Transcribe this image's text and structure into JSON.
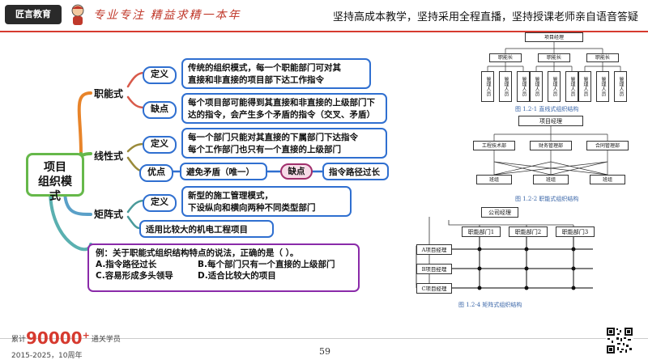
{
  "header": {
    "logo_text": "匠言教育",
    "slogan_handwriting": "专业专注  精益求精一本年",
    "tagline": "坚持高成本教学，坚持采用全程直播，坚持授课老师亲自语音答疑"
  },
  "mindmap": {
    "root": "项目\n组织模式",
    "branch1": {
      "title": "职能式",
      "def_tag": "定义",
      "def_text": "传统的组织模式，每一个职能部门可对其\n直接和非直接的项目部下达工作指令",
      "defect_tag": "缺点",
      "defect_text": "每个项目部可能得到其直接和非直接的上级部门下\n达的指令，会产生多个矛盾的指令（交叉、矛盾）"
    },
    "branch2": {
      "title": "线性式",
      "def_tag": "定义",
      "def_text": "每一个部门只能对其直接的下属部门下达指令\n每个工作部门也只有一个直接的上级部门",
      "pro_tag": "优点",
      "pro_text": "避免矛盾（唯一）",
      "con_tag": "缺点",
      "con_text": "指令路径过长"
    },
    "branch3": {
      "title": "矩阵式",
      "def_tag": "定义",
      "def_text": "新型的施工管理模式，\n下设纵向和横向两种不同类型部门",
      "scope_text": "适用比较大的机电工程项目"
    }
  },
  "question": {
    "stem": "例：关于职能式组织结构特点的说法，正确的是（    ）。",
    "opt_a": "A.指令路径过长",
    "opt_b": "B.每个部门只有一个直接的上级部门",
    "opt_c": "C.容易形成多头领导",
    "opt_d": "D.适合比较大的项目"
  },
  "fig1": {
    "top": "项目经理",
    "mid": [
      "职能长",
      "职能长",
      "职能长"
    ],
    "leaf": "管理人员",
    "caption": "图 1.2-1  直线式组织结构"
  },
  "fig2": {
    "top": "项目经理",
    "mid": [
      "工程技术部",
      "财务管理部",
      "合同管理部"
    ],
    "bottom": [
      "班组",
      "班组",
      "班组"
    ],
    "caption": "图 1.2-2  职能式组织结构"
  },
  "fig3": {
    "company": "公司经理",
    "depts": [
      "职能部门1",
      "职能部门2",
      "职能部门3"
    ],
    "projects": [
      "A项目经理",
      "B项目经理",
      "C项目经理"
    ],
    "caption": "图 1.2-4  矩阵式组织结构"
  },
  "footer": {
    "prefix": "累计",
    "number": "90000",
    "plus": "+",
    "suffix": "通关学员",
    "years": "2015-2025，10周年",
    "page": "59"
  },
  "colors": {
    "accent_red": "#d63a2f",
    "blue": "#2f6fd0",
    "purple": "#8a2aa9",
    "green": "#66b84a",
    "orange": "#e8842a"
  }
}
